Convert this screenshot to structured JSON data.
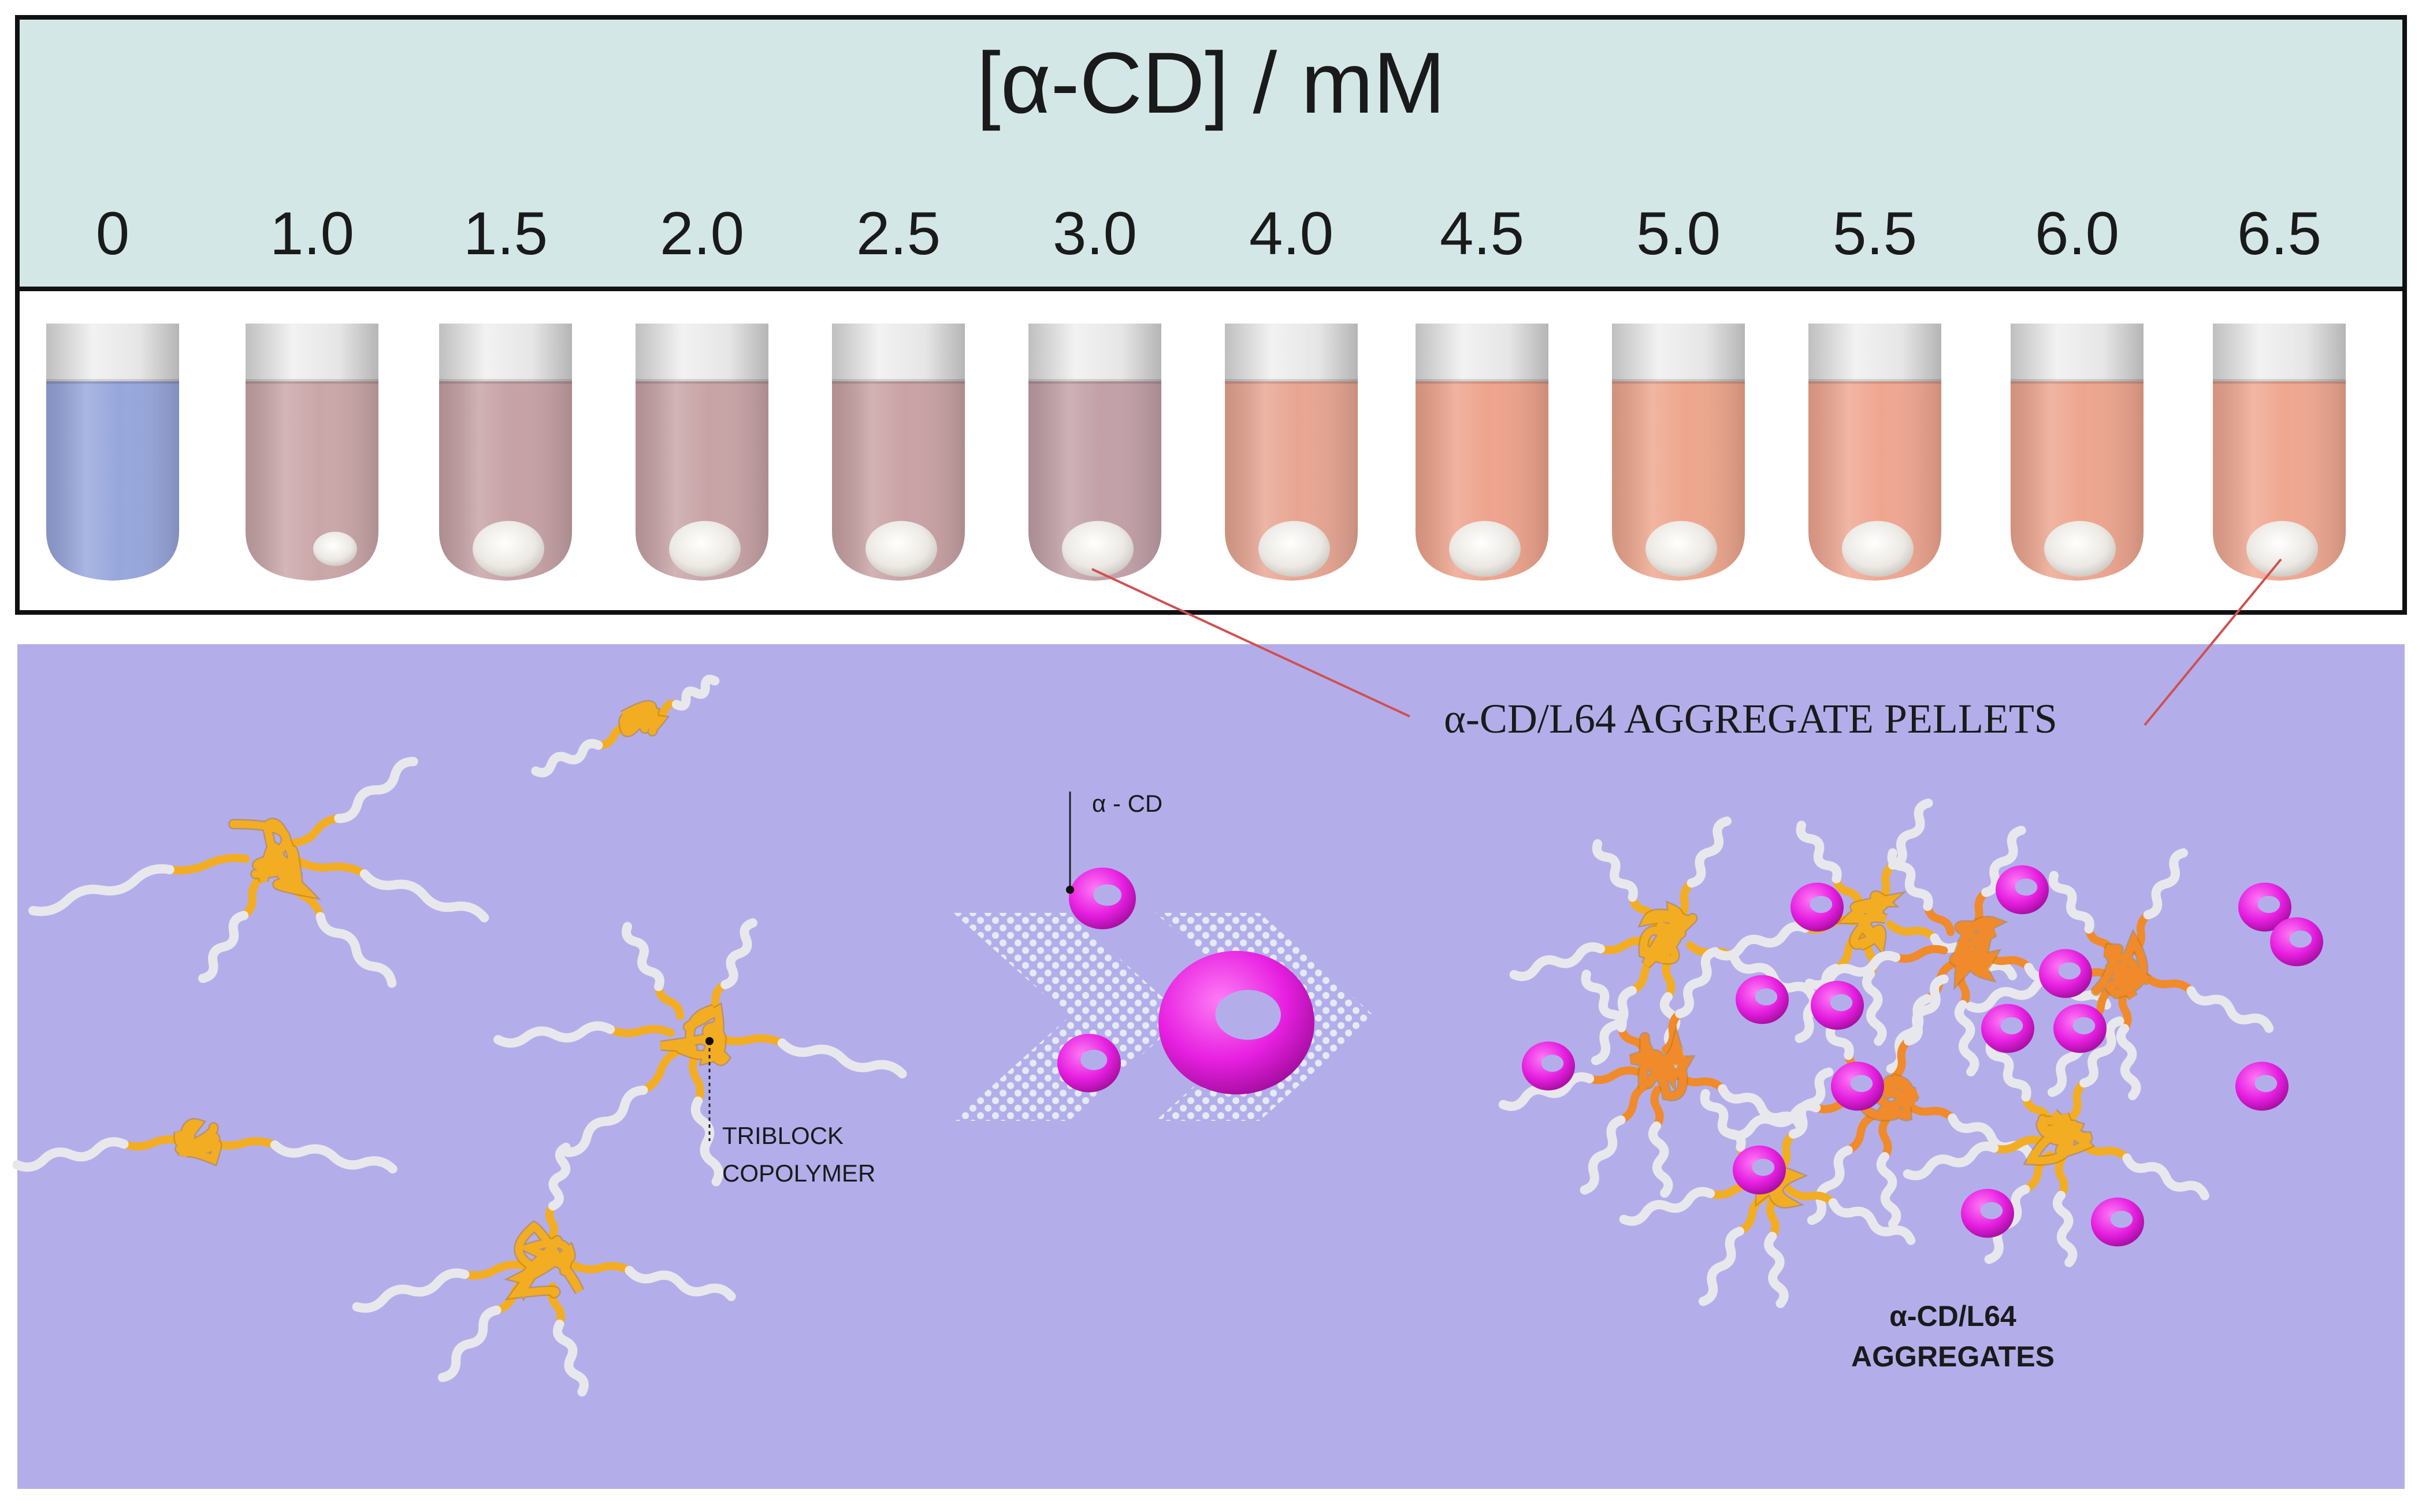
{
  "header": {
    "title": "[α-CD] / mM",
    "concentrations": [
      "0",
      "1.0",
      "1.5",
      "2.0",
      "2.5",
      "3.0",
      "4.0",
      "4.5",
      "5.0",
      "5.5",
      "6.0",
      "6.5"
    ]
  },
  "vials": [
    {
      "conc": "0",
      "liquid": "#97a6dc",
      "pellet": false
    },
    {
      "conc": "1.0",
      "liquid": "#caa6a8",
      "pellet": true
    },
    {
      "conc": "1.5",
      "liquid": "#c6a1a5",
      "pellet": true
    },
    {
      "conc": "2.0",
      "liquid": "#c8a3a6",
      "pellet": true
    },
    {
      "conc": "2.5",
      "liquid": "#c9a2a4",
      "pellet": true
    },
    {
      "conc": "3.0",
      "liquid": "#c3a0a8",
      "pellet": true
    },
    {
      "conc": "4.0",
      "liquid": "#e8a592",
      "pellet": true
    },
    {
      "conc": "4.5",
      "liquid": "#eea38c",
      "pellet": true
    },
    {
      "conc": "5.0",
      "liquid": "#eea68d",
      "pellet": true
    },
    {
      "conc": "5.5",
      "liquid": "#efa690",
      "pellet": true
    },
    {
      "conc": "6.0",
      "liquid": "#eda58e",
      "pellet": true
    },
    {
      "conc": "6.5",
      "liquid": "#efa790",
      "pellet": true
    }
  ],
  "annotations": {
    "pellets": "α-CD/L64 AGGREGATE PELLETS",
    "alpha_cd": "α - CD",
    "triblock_line1": "TRIBLOCK",
    "triblock_line2": "COPOLYMER",
    "aggregates_line1": "α-CD/L64",
    "aggregates_line2": "AGGREGATES"
  },
  "colors": {
    "header_bg": "#d3e8e6",
    "scheme_bg": "#b3aeea",
    "polymer_core": "#f2ad22",
    "polymer_core_aggregate": "#f08a2a",
    "polymer_tail": "#e8e8ec",
    "cyclodextrin": "#e61fe0",
    "connector": "#d05050",
    "border": "#111111"
  }
}
